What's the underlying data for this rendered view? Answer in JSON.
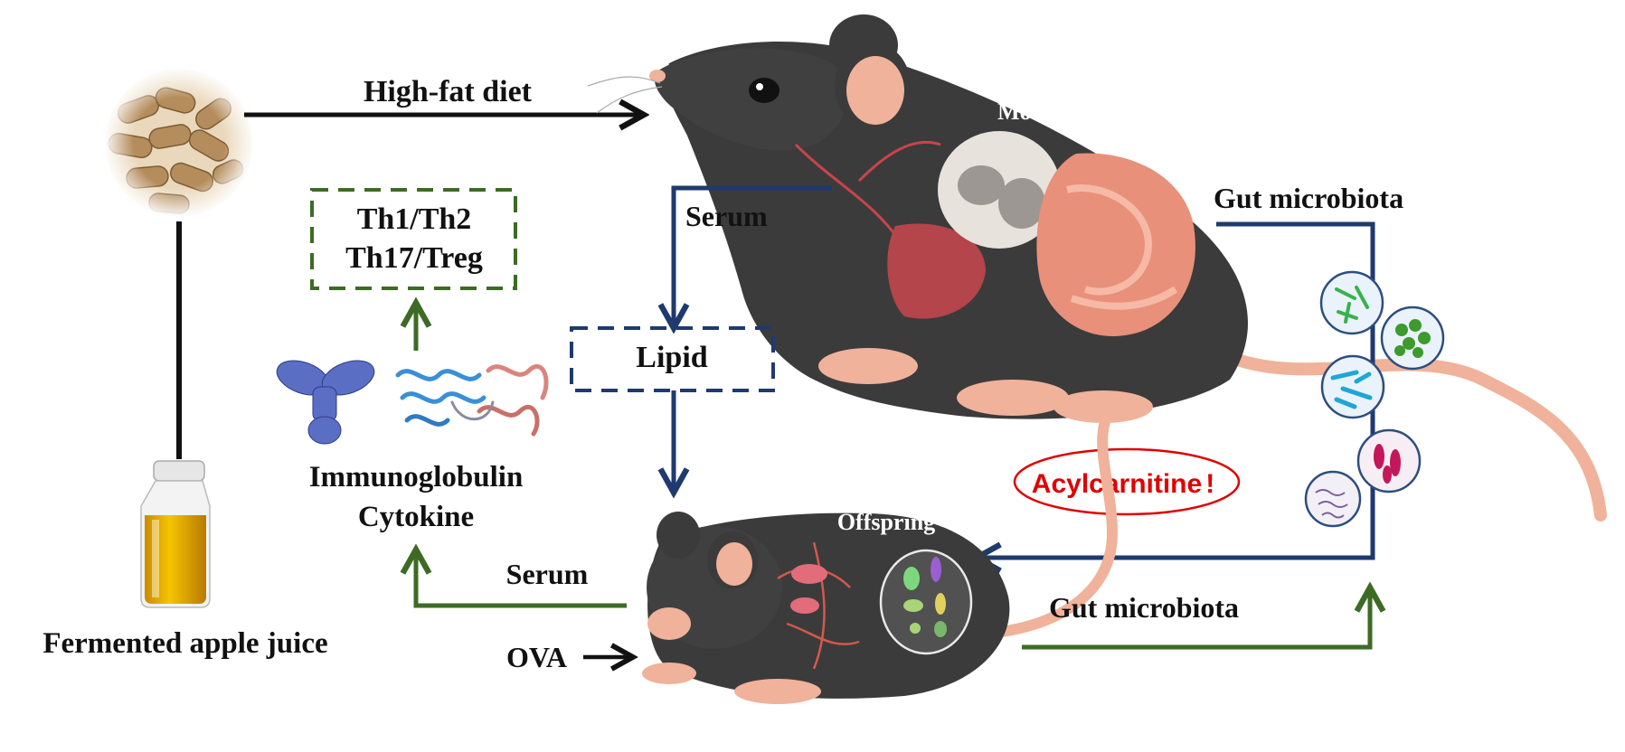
{
  "labels": {
    "high_fat_diet": "High-fat diet",
    "mother": "Mother",
    "serum_top": "Serum",
    "gut_microbiota_top": "Gut microbiota",
    "th_line1": "Th1/Th2",
    "th_line2": "Th17/Treg",
    "lipid": "Lipid",
    "immunoglobulin": "Immunoglobulin",
    "cytokine": "Cytokine",
    "acylcarnitine": "Acylcarnitine",
    "acylcarnitine_mark": "!",
    "offspring": "Offspring",
    "serum_bottom": "Serum",
    "gut_microbiota_bottom": "Gut microbiota",
    "ova": "OVA",
    "fermented_apple_juice": "Fermented apple juice"
  },
  "colors": {
    "navy": "#1f3a6e",
    "green": "#3d6b25",
    "black": "#111111",
    "red": "#e00000",
    "mouse_body": "#3b3b3b",
    "mouse_skin": "#f2b9a0"
  }
}
